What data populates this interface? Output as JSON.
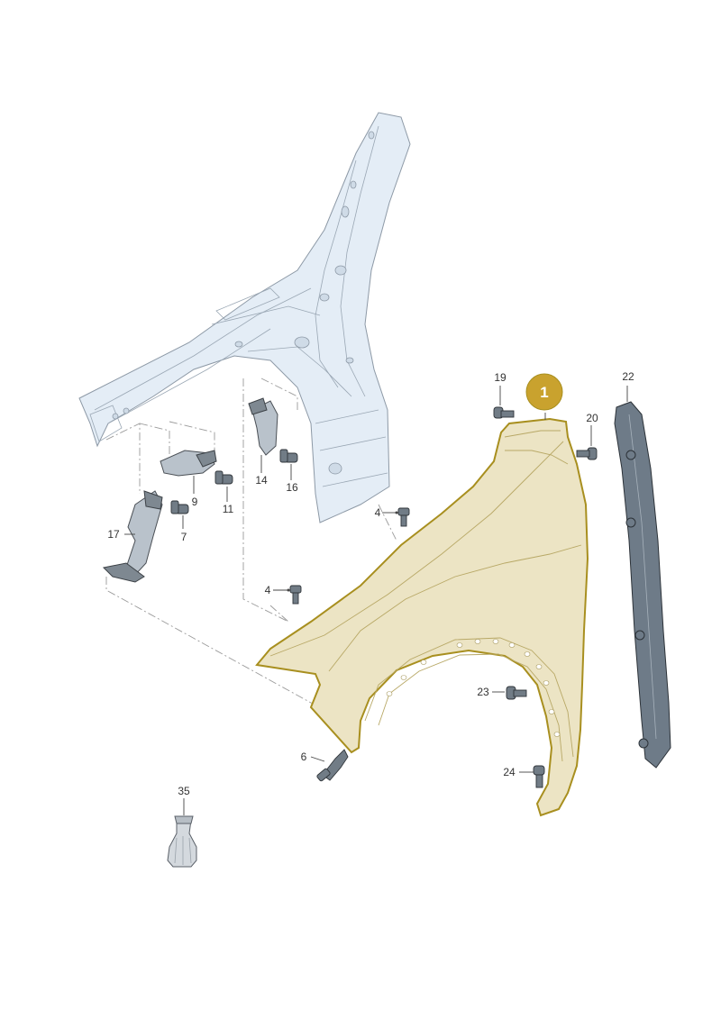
{
  "diagram": {
    "highlight_color": "#c9a22e",
    "part_outline_color": "#a88f1f",
    "callouts": {
      "main_part": "1",
      "bolt_top": "19",
      "bolt_top_right": "20",
      "seal_strip": "22",
      "stud_upper": "4",
      "stud_lower": "4",
      "bracket_support": "17",
      "bolt_bracket_9": "7",
      "bracket_small": "9",
      "bolt_11": "11",
      "bracket_14": "14",
      "bolt_16": "16",
      "expanding_rivet": "6",
      "bolt_wheelarch": "23",
      "bolt_bottom": "24",
      "paint_touchup": "35"
    }
  }
}
